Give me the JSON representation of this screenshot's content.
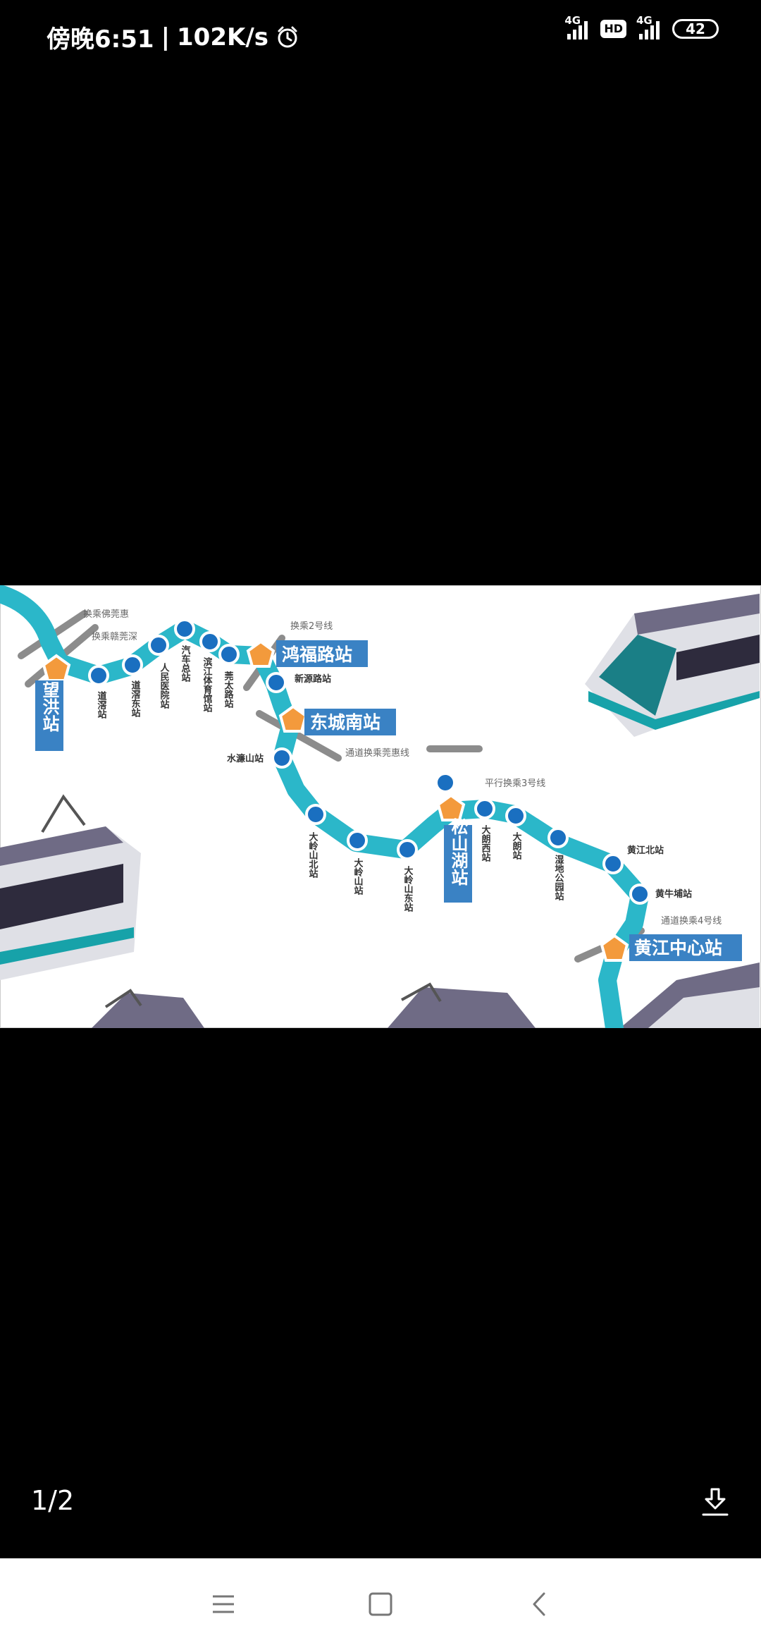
{
  "status_bar": {
    "time": "傍晚6:51",
    "network_speed": "102K/s",
    "alarm_icon": "alarm-clock-icon",
    "sim1_type": "4G",
    "hd_label": "HD",
    "sim2_type": "4G",
    "battery": "42"
  },
  "viewer": {
    "page_counter": "1/2",
    "download_icon": "download-icon"
  },
  "metro_map": {
    "line_color": "#2bb7c9",
    "station_color": "#1a6fc0",
    "interchange_color": "#f39a3c",
    "label_box_color": "#3a82c4",
    "major_stations": {
      "wanghong": "望洪站",
      "hongfulu": "鸿福路站",
      "dongchengnan": "东城南站",
      "songshanhu": "松山湖站",
      "huangjiangzhongxin": "黄江中心站"
    },
    "transfer_notes": {
      "t1": "换乘佛莞惠",
      "t2": "换乘赣莞深",
      "t3": "换乘2号线",
      "t4": "通道换乘莞惠线",
      "t5": "平行换乘3号线",
      "t6": "通道换乘4号线"
    },
    "stations": {
      "s1": "道滘站",
      "s2": "道滘东站",
      "s3": "人民医院站",
      "s4": "汽车总站",
      "s5": "滨江体育馆站",
      "s6": "莞太路站",
      "s7": "新源路站",
      "s8": "水濂山站",
      "s9": "大岭山北站",
      "s10": "大岭山站",
      "s11": "大岭山东站",
      "s12": "大朗西站",
      "s13": "大朗站",
      "s14": "湿地公园站",
      "s15": "黄江北站",
      "s16": "黄牛埔站"
    }
  },
  "nav_bar": {
    "menu": "menu-icon",
    "home": "home-icon",
    "back": "back-icon"
  }
}
